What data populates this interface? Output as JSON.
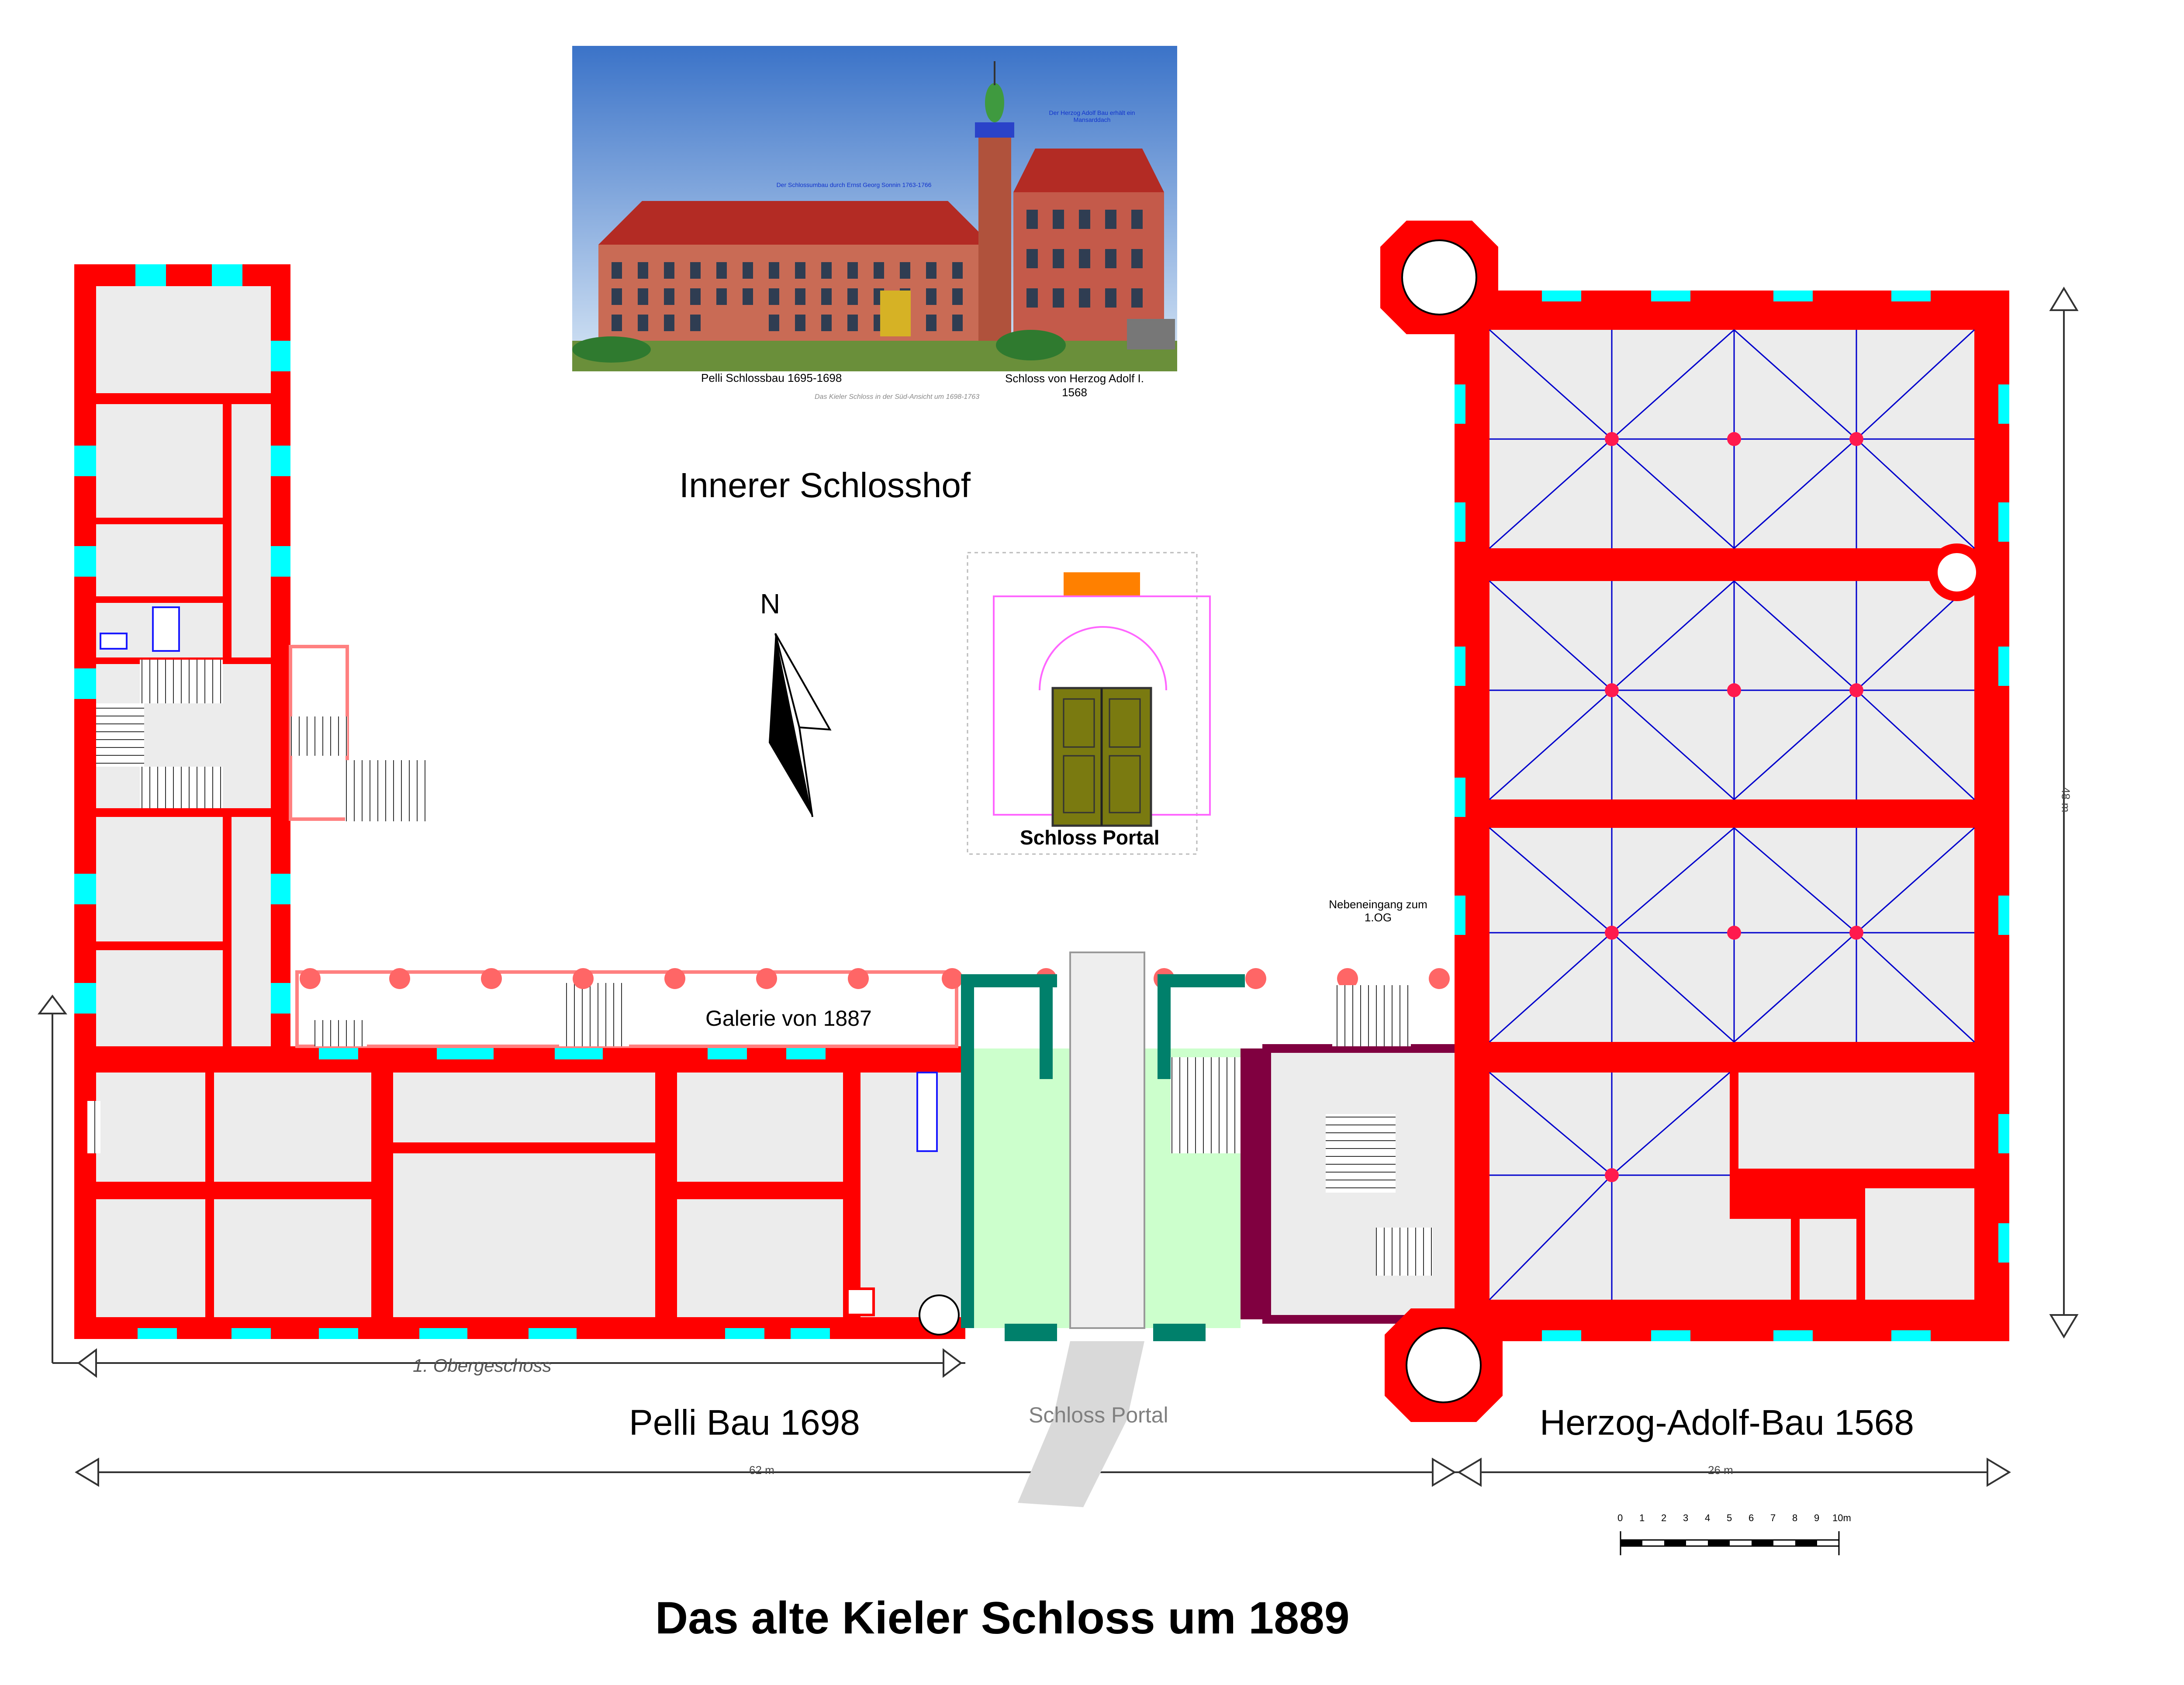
{
  "title": "Das alte Kieler Schloss um 1889",
  "labels": {
    "courtyard": "Innerer Schlosshof",
    "north": "N",
    "galerie": "Galerie von 1887",
    "pelli": "Pelli Bau  1698",
    "adolf": "Herzog-Adolf-Bau 1568",
    "portal_text": "Schloss Portal",
    "floor": "1. Obergeschoss",
    "side_entrance": "Nebeneingang zum 1.OG"
  },
  "dimensions": {
    "length_62": "62 m",
    "length_26": "26 m",
    "height_48": "48 m"
  },
  "facade_picture": {
    "caption_pelli": "Pelli Schlossbau 1695-1698",
    "caption_adolf": "Schloss von Herzog Adolf I. 1568",
    "caption_small": "Das Kieler Schloss in der Süd-Ansicht um 1698-1763",
    "note_sonnin": "Der Schlossumbau durch Ernst Georg Sonnin 1763-1766",
    "note_mansard": "Der Herzog Adolf Bau erhält ein Mansarddach"
  },
  "portal_inset": {
    "caption": "Schloss Portal"
  },
  "scale_bar": {
    "ticks": [
      "0",
      "1",
      "2",
      "3",
      "4",
      "5",
      "6",
      "7",
      "8",
      "9",
      "10m"
    ]
  },
  "colors": {
    "wall": "#ff0000",
    "room_floor": "#ececec",
    "window": "#00ffff",
    "vault_lines": "#0000cc",
    "vault_boss": "#ff1a4d",
    "portal_hall": "#ccffcc",
    "portal_structure": "#00806b",
    "stair_block": "#800040",
    "gallery_column": "#ff6666"
  }
}
